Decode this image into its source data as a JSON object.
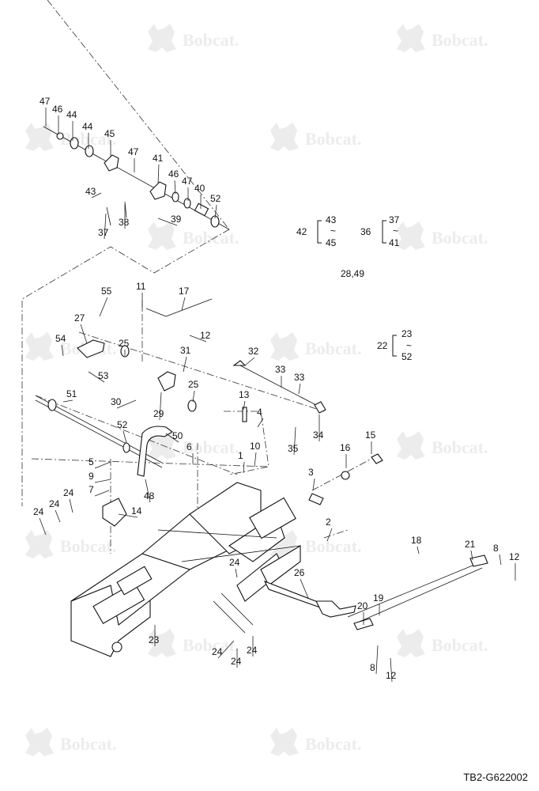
{
  "watermark_text": "Bobcat.",
  "drawing_id": "TB2-G622002",
  "group_labels": {
    "g42": {
      "label": "42",
      "top": "43",
      "tilde": "~",
      "bottom": "45"
    },
    "g36": {
      "label": "36",
      "top": "37",
      "tilde": "~",
      "bottom": "41"
    },
    "g22": {
      "label": "22",
      "top": "23",
      "tilde": "~",
      "bottom": "52"
    },
    "note": "28,49"
  },
  "callouts": [
    "47",
    "46",
    "44",
    "44",
    "45",
    "47",
    "41",
    "43",
    "46",
    "47",
    "40",
    "52",
    "37",
    "38",
    "39",
    "55",
    "11",
    "17",
    "27",
    "54",
    "25",
    "12",
    "53",
    "31",
    "32",
    "33",
    "33",
    "30",
    "29",
    "25",
    "13",
    "4",
    "51",
    "34",
    "35",
    "52",
    "50",
    "6",
    "15",
    "1",
    "10",
    "16",
    "5",
    "9",
    "3",
    "7",
    "24",
    "24",
    "24",
    "14",
    "48",
    "24",
    "2",
    "18",
    "21",
    "8",
    "12",
    "26",
    "19",
    "20",
    "23",
    "24",
    "24",
    "24",
    "8",
    "12"
  ]
}
